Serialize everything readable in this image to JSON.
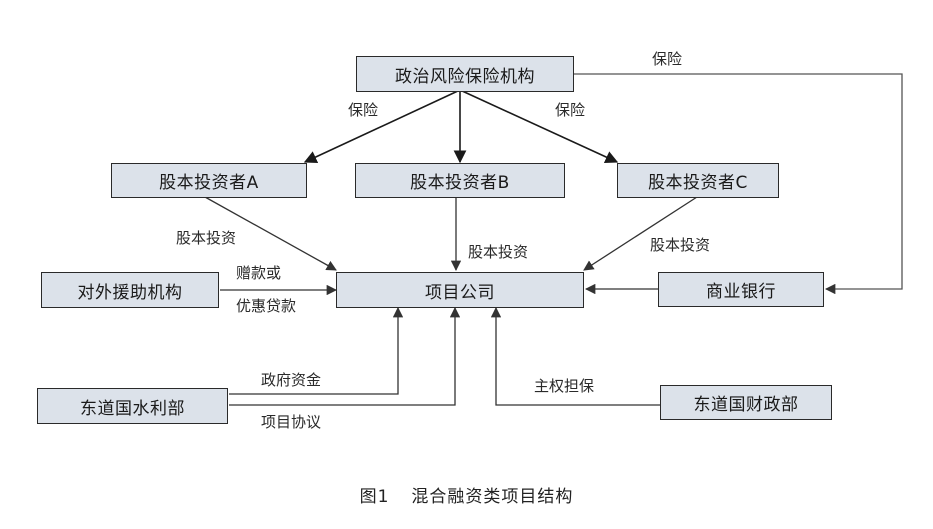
{
  "boxes": {
    "insurer": "政治风险保险机构",
    "investor_a": "股本投资者A",
    "investor_b": "股本投资者B",
    "investor_c": "股本投资者C",
    "aid": "对外援助机构",
    "project": "项目公司",
    "bank": "商业银行",
    "water": "东道国水利部",
    "finance": "东道国财政部"
  },
  "labels": {
    "insurance_right": "保险",
    "insurance_left": "保险",
    "insurance_mid_right": "保险",
    "equity_a": "股本投资",
    "equity_b": "股本投资",
    "equity_c": "股本投资",
    "grant_1": "赠款或",
    "grant_2": "优惠贷款",
    "gov_funds": "政府资金",
    "project_agreement": "项目协议",
    "sovereign_guarantee": "主权担保"
  },
  "caption": {
    "number": "图1",
    "title": "混合融资类项目结构"
  }
}
